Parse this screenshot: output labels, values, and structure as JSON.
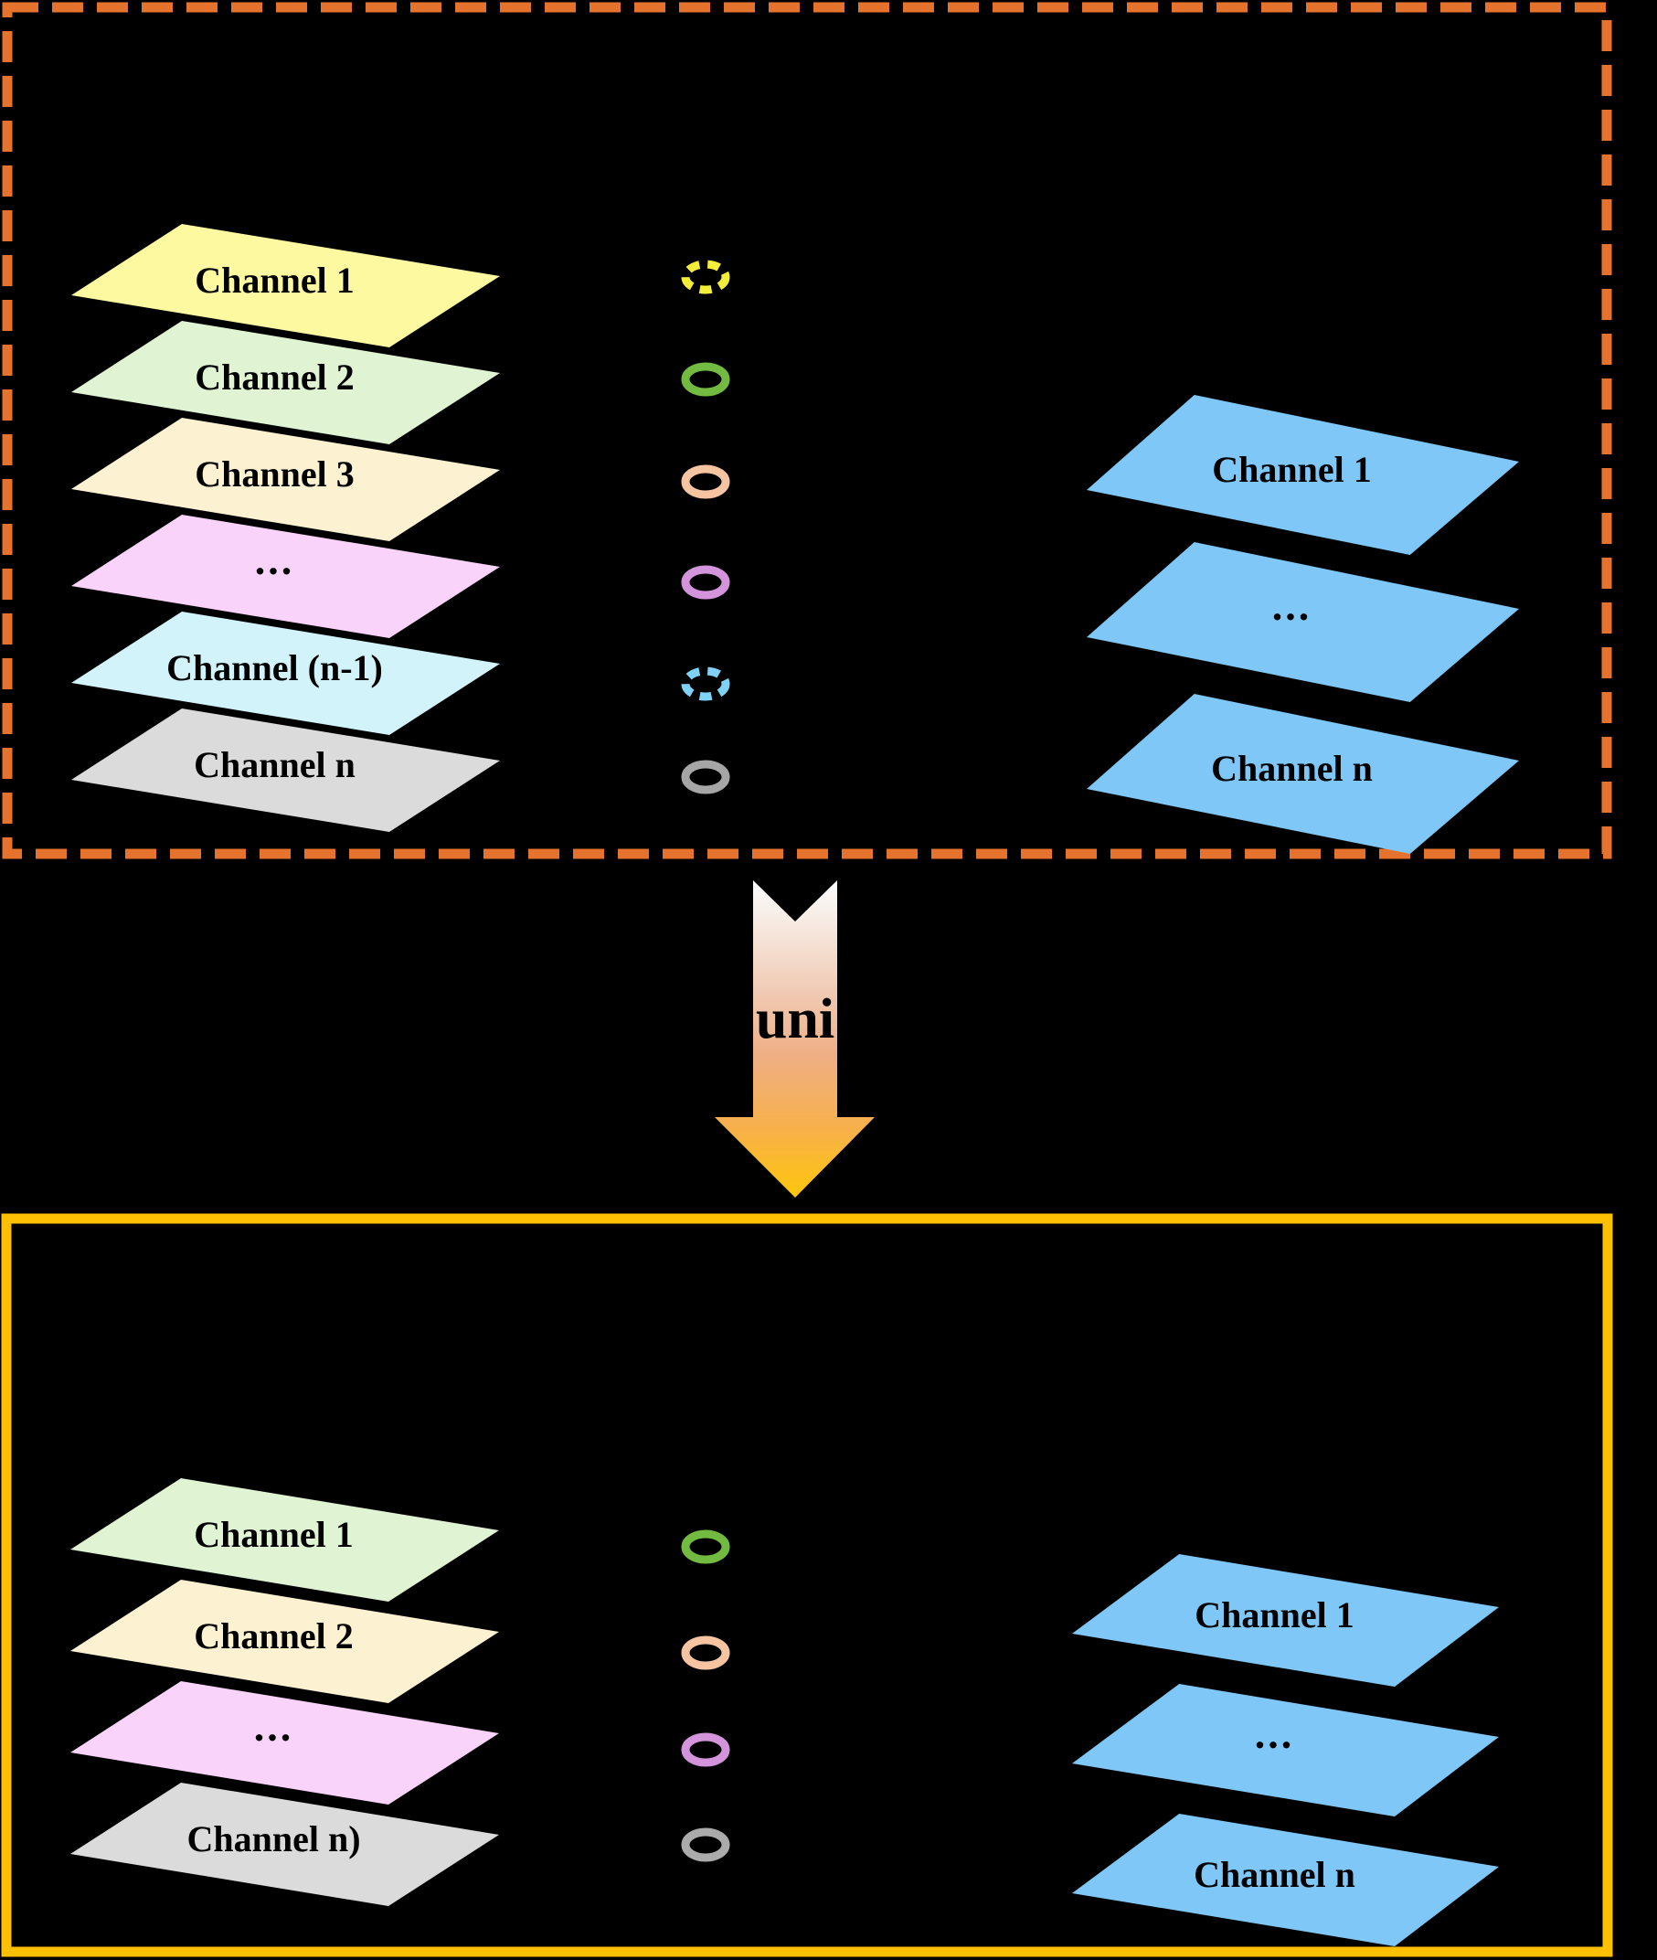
{
  "top_box": {
    "border_color": "#E5732E",
    "left_stack": [
      {
        "label": "Channel 1",
        "fill": "#FCF9A1"
      },
      {
        "label": "Channel 2",
        "fill": "#E0F3D2"
      },
      {
        "label": "Channel 3",
        "fill": "#FCF2D2"
      },
      {
        "label": "...",
        "fill": "#FAD3FA"
      },
      {
        "label": "Channel (n-1)",
        "fill": "#D2F3FA"
      },
      {
        "label": "Channel n",
        "fill": "#DBDBDB"
      }
    ],
    "rings": [
      {
        "color": "#F4EE3A",
        "style": "dashed"
      },
      {
        "color": "#73BB40",
        "style": "solid"
      },
      {
        "color": "#F6C4A1",
        "style": "solid"
      },
      {
        "color": "#D494DC",
        "style": "solid"
      },
      {
        "color": "#7FD2F5",
        "style": "dashed"
      },
      {
        "color": "#A6A6A6",
        "style": "solid"
      }
    ],
    "right_stack": [
      {
        "label": "Channel 1"
      },
      {
        "label": "..."
      },
      {
        "label": "Channel n"
      }
    ],
    "blue_fill": "#7EC7F6"
  },
  "arrow": {
    "label_fragment": "uni",
    "gradient": {
      "top": "#FBFDFE",
      "upper_mid": "#F0CBB4",
      "mid": "#EFAF85",
      "lower_mid": "#F7B04B",
      "bottom": "#FEC60C"
    }
  },
  "bottom_box": {
    "border_color": "#FFC003",
    "left_stack": [
      {
        "label": "Channel 1",
        "fill": "#E0F3D2"
      },
      {
        "label": "Channel 2",
        "fill": "#FCF2D2"
      },
      {
        "label": "...",
        "fill": "#FAD3FA"
      },
      {
        "label": "Channel n)",
        "fill": "#DBDBDB"
      }
    ],
    "rings": [
      {
        "color": "#73BB40",
        "style": "solid"
      },
      {
        "color": "#F6C4A1",
        "style": "solid"
      },
      {
        "color": "#D494DC",
        "style": "solid"
      },
      {
        "color": "#ABABAB",
        "style": "solid"
      }
    ],
    "right_stack": [
      {
        "label": "Channel 1"
      },
      {
        "label": "..."
      },
      {
        "label": "Channel n"
      }
    ],
    "blue_fill": "#7EC7F6"
  }
}
